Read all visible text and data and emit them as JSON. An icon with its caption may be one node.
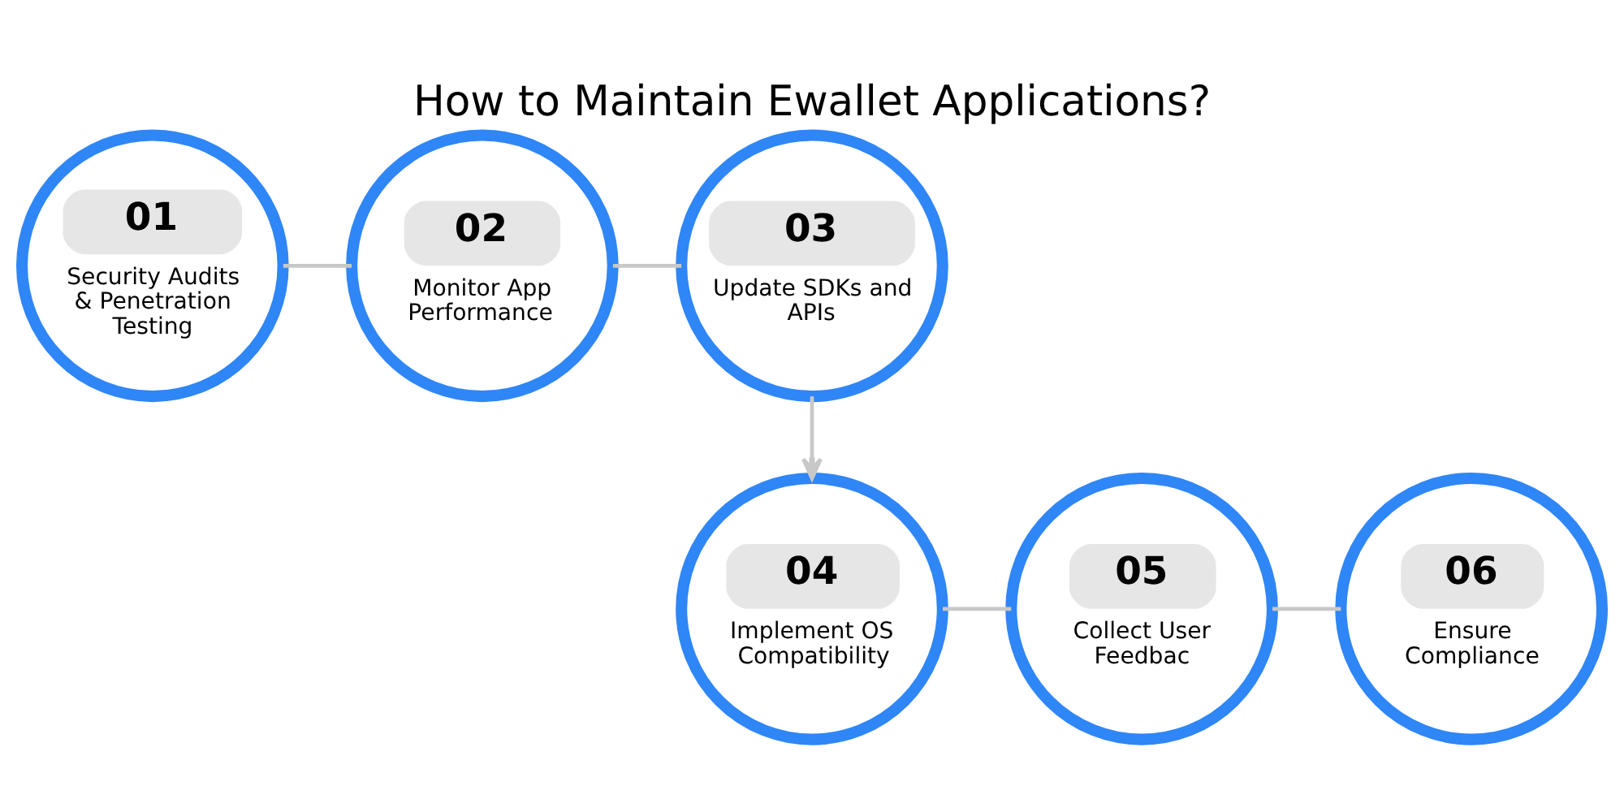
{
  "diagram": {
    "title": "How to Maintain Ewallet Applications?",
    "nodes": [
      {
        "text": [
          "01",
          "Security Audits & Penetration Testing"
        ]
      },
      {
        "text": [
          "02",
          "Monitor App Performance"
        ]
      },
      {
        "text": [
          "03",
          "Update SDKs and APIs"
        ]
      },
      {
        "text": [
          "04",
          "Implement OS Compatibility"
        ]
      },
      {
        "text": [
          "05",
          "Collect User Feedbac"
        ]
      },
      {
        "text": [
          "06",
          "Ensure Compliance"
        ]
      }
    ],
    "edges": [
      {
        "from": 0,
        "to": 1,
        "arrow": "none"
      },
      {
        "from": 1,
        "to": 2,
        "arrow": "none"
      },
      {
        "from": 2,
        "to": 3,
        "arrow": "to"
      },
      {
        "from": 3,
        "to": 4,
        "arrow": "none"
      },
      {
        "from": 4,
        "to": 5,
        "arrow": "none"
      }
    ]
  }
}
